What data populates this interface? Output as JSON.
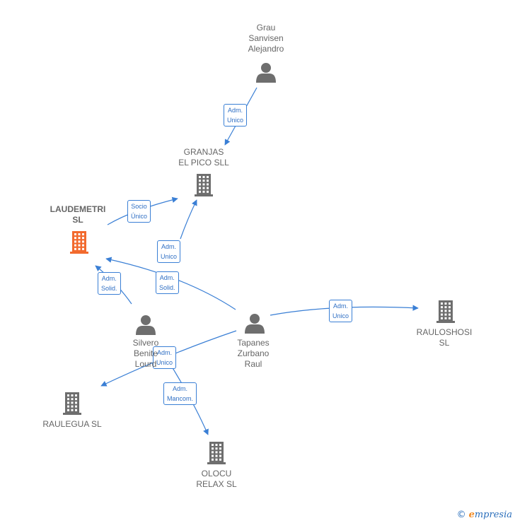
{
  "colors": {
    "edge": "#3a7fd5",
    "node_icon": "#6e6e6e",
    "highlight": "#f26a2e"
  },
  "nodes": [
    {
      "id": "grau",
      "type": "person",
      "label": "Grau\nSanvisen\nAlejandro"
    },
    {
      "id": "granjas",
      "type": "company",
      "label": "GRANJAS\nEL PICO SLL"
    },
    {
      "id": "laudemetri",
      "type": "company",
      "label": "LAUDEMETRI\nSL",
      "highlight": true
    },
    {
      "id": "silvero",
      "type": "person",
      "label": "Silvero\nBenite\nLourd"
    },
    {
      "id": "tapanes",
      "type": "person",
      "label": "Tapanes\nZurbano\nRaul"
    },
    {
      "id": "rauloshosi",
      "type": "company",
      "label": "RAULOSHOSI\nSL"
    },
    {
      "id": "raulegua",
      "type": "company",
      "label": "RAULEGUA  SL"
    },
    {
      "id": "olocu",
      "type": "company",
      "label": "OLOCU\nRELAX  SL"
    }
  ],
  "edges": [
    {
      "from": "grau",
      "to": "granjas",
      "label": "Adm.\nUnico"
    },
    {
      "from": "laudemetri",
      "to": "granjas",
      "label": "Socio\nÚnico"
    },
    {
      "from": "silvero",
      "to": "granjas",
      "label": "Adm.\nUnico"
    },
    {
      "from": "silvero",
      "to": "laudemetri",
      "label": "Adm.\nSolid."
    },
    {
      "from": "tapanes",
      "to": "laudemetri",
      "label": "Adm.\nSolid."
    },
    {
      "from": "tapanes",
      "to": "rauloshosi",
      "label": "Adm.\nUnico"
    },
    {
      "from": "tapanes",
      "to": "raulegua",
      "label": "Adm.\nUnico"
    },
    {
      "from": "silvero",
      "to": "olocu",
      "label": "Adm.\nMancom."
    }
  ],
  "watermark": {
    "copyright": "©",
    "brand_e": "e",
    "brand_rest": "mpresia"
  }
}
